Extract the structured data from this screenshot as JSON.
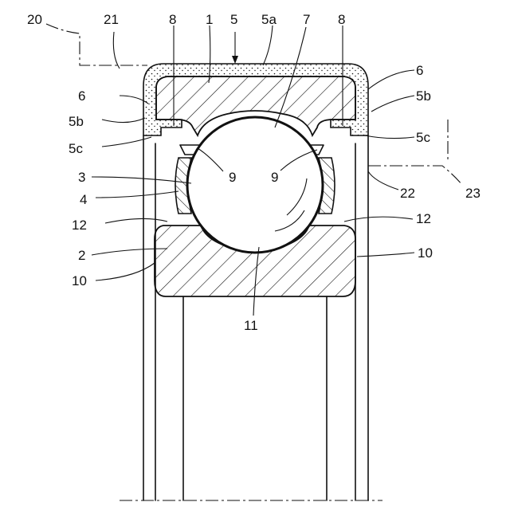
{
  "labels": {
    "l20": "20",
    "l21": "21",
    "l8a": "8",
    "l1": "1",
    "l5": "5",
    "l5a": "5a",
    "l7": "7",
    "l8b": "8",
    "l6a": "6",
    "l6b": "6",
    "l5b_left": "5b",
    "l5b_right": "5b",
    "l5c_left": "5c",
    "l5c_right": "5c",
    "l3": "3",
    "l9a": "9",
    "l9b": "9",
    "l4": "4",
    "l22": "22",
    "l23": "23",
    "l12a": "12",
    "l12b": "12",
    "l2": "2",
    "l10a": "10",
    "l10b": "10",
    "l11": "11"
  },
  "colors": {
    "ink": "#111111",
    "paper": "#ffffff",
    "seal_fill": "#f4f4f4"
  }
}
